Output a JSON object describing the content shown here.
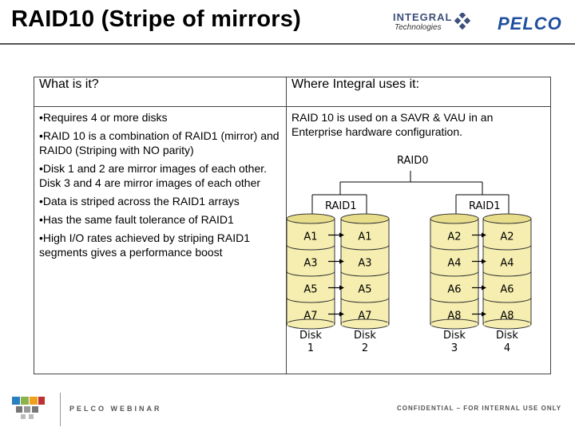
{
  "header": {
    "title": "RAID10 (Stripe of mirrors)",
    "logo_integral_line1": "INTEGRAL",
    "logo_integral_line2": "Technologies",
    "logo_pelco": "PELCO"
  },
  "table": {
    "left_header": "What is it?",
    "right_header": "Where Integral uses it:",
    "bullets": [
      "•Requires 4 or more disks",
      "•RAID 10 is a combination of RAID1 (mirror) and RAID0 (Striping with NO parity)",
      "•Disk 1 and 2 are mirror images of each other.  Disk 3 and 4 are mirror images of each other",
      "•Data is striped across the RAID1 arrays",
      "•Has the same fault tolerance of RAID1",
      "•High I/O rates achieved by striping RAID1 segments gives a performance boost"
    ],
    "right_text": "RAID 10 is used on a SAVR & VAU in an Enterprise hardware configuration."
  },
  "diagram": {
    "raid0_label": "RAID0",
    "raid1_left_label": "RAID1",
    "raid1_right_label": "RAID1",
    "disks": [
      {
        "blocks": [
          "A1",
          "A3",
          "A5",
          "A7"
        ],
        "label_line1": "Disk",
        "label_line2": "1"
      },
      {
        "blocks": [
          "A1",
          "A3",
          "A5",
          "A7"
        ],
        "label_line1": "Disk",
        "label_line2": "2"
      },
      {
        "blocks": [
          "A2",
          "A4",
          "A6",
          "A8"
        ],
        "label_line1": "Disk",
        "label_line2": "3"
      },
      {
        "blocks": [
          "A2",
          "A4",
          "A6",
          "A8"
        ],
        "label_line1": "Disk",
        "label_line2": "4"
      }
    ],
    "disk_color": "#f5eeb0",
    "disk_top_color": "#e8dd8a"
  },
  "footer": {
    "left": "PELCO WEBINAR",
    "right": "CONFIDENTIAL – FOR INTERNAL USE ONLY"
  }
}
